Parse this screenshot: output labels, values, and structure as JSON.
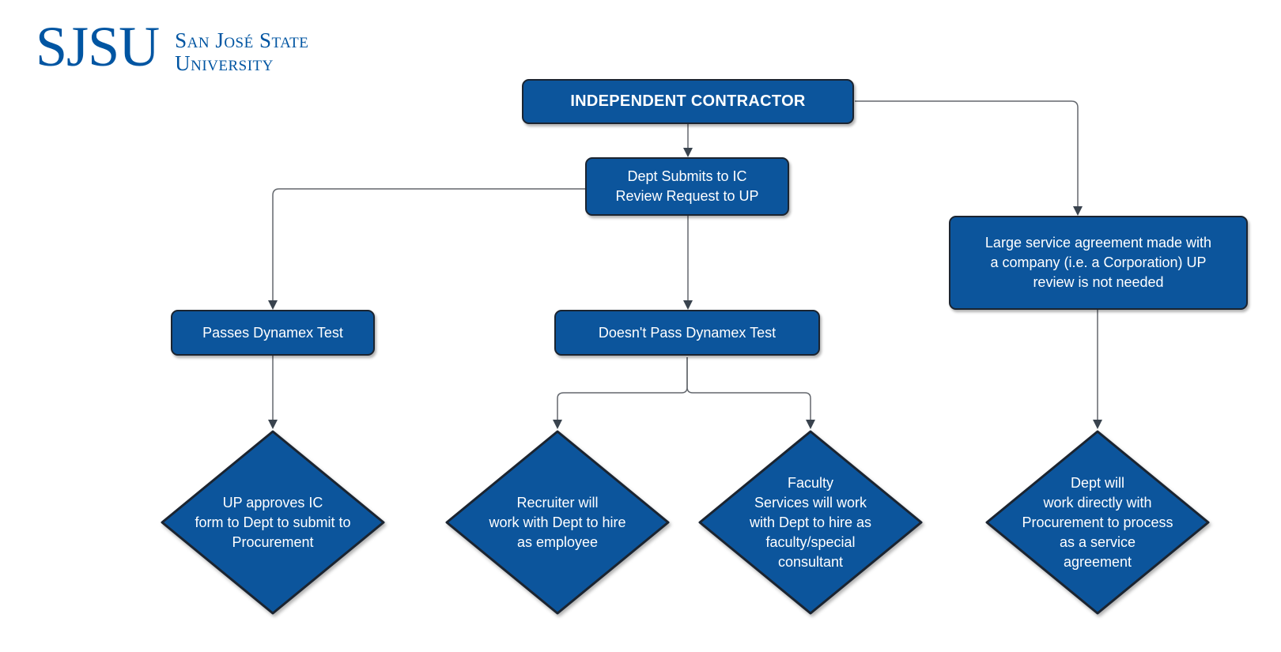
{
  "logo": {
    "acronym": "SJSU",
    "name_line1": "San José State",
    "name_line2": "University"
  },
  "nodes": {
    "independent_contractor": {
      "text": "INDEPENDENT CONTRACTOR"
    },
    "dept_submits": {
      "text": "Dept Submits to IC\nReview Request to UP"
    },
    "passes": {
      "text": "Passes Dynamex Test"
    },
    "doesnt_pass": {
      "text": "Doesn't Pass Dynamex Test"
    },
    "large_agreement": {
      "text": "Large service agreement made with\na company (i.e. a Corporation) UP\nreview is not needed"
    },
    "up_approves": {
      "text": "UP approves IC\nform to Dept to submit to\nProcurement"
    },
    "recruiter": {
      "text": "Recruiter will\nwork with Dept to hire\nas employee"
    },
    "faculty_services": {
      "text": "Faculty\nServices will work\nwith Dept to hire as\nfaculty/special\nconsultant"
    },
    "dept_procurement": {
      "text": "Dept will\nwork directly with\nProcurement to process\nas a service\nagreement"
    }
  },
  "colors": {
    "node_fill": "#0C559C",
    "node_border": "#1B2430",
    "node_text": "#FFFFFF",
    "connector_line": "#63676D",
    "arrowhead": "#39434E",
    "logo_blue": "#0055A2",
    "background": "#FFFFFF"
  }
}
